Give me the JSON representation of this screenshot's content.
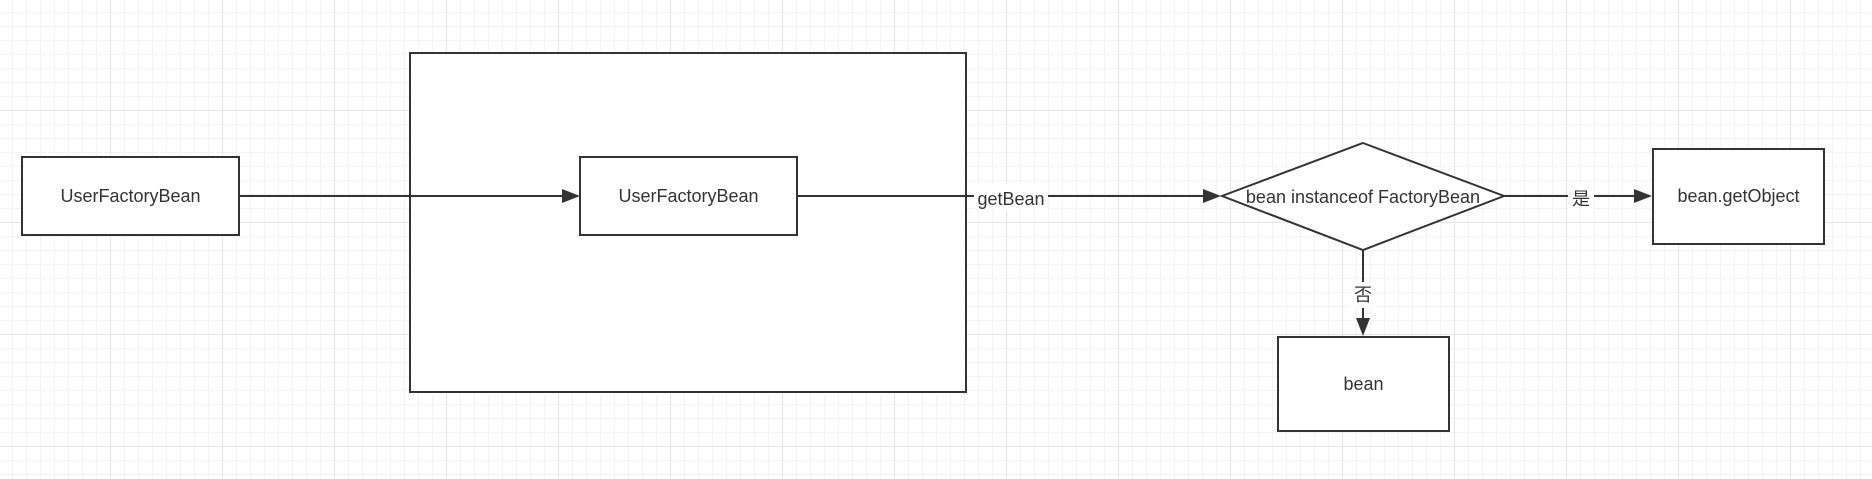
{
  "nodes": {
    "user_factory_bean_outer": "UserFactoryBean",
    "user_factory_bean_inner": "UserFactoryBean",
    "decision": "bean instanceof FactoryBean",
    "get_object": "bean.getObject",
    "bean": "bean"
  },
  "edges": {
    "get_bean": "getBean",
    "yes": "是",
    "no": "否"
  },
  "colors": {
    "stroke": "#333333",
    "grid_major": "#e6e6e6",
    "grid_minor": "#f3f3f3",
    "fill": "#ffffff"
  }
}
